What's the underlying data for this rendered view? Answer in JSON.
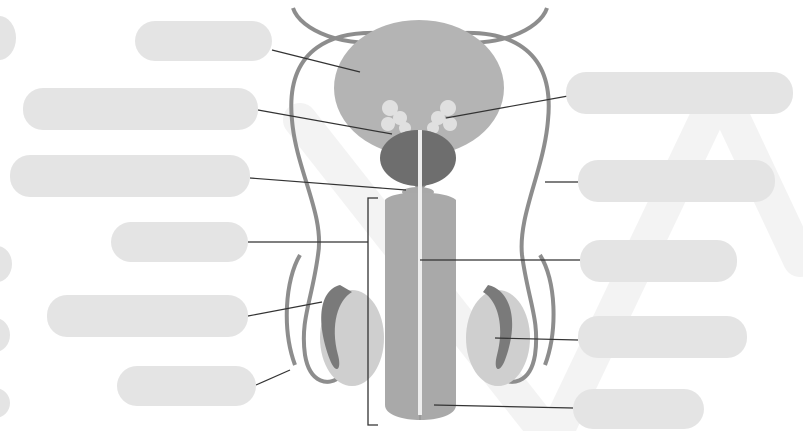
{
  "diagram": {
    "watermark_text": "",
    "label_boxes": [
      {
        "id": "label-bladder",
        "text": ""
      },
      {
        "id": "label-seminal-vesicle",
        "text": ""
      },
      {
        "id": "label-prostate",
        "text": ""
      },
      {
        "id": "label-urethra-top",
        "text": ""
      },
      {
        "id": "label-vas-deferens",
        "text": ""
      },
      {
        "id": "label-penis",
        "text": ""
      },
      {
        "id": "label-urethra",
        "text": ""
      },
      {
        "id": "label-epididymis",
        "text": ""
      },
      {
        "id": "label-testis",
        "text": ""
      },
      {
        "id": "label-scrotum",
        "text": ""
      },
      {
        "id": "label-glans",
        "text": ""
      }
    ],
    "colors": {
      "organ_light": "#c8c8c8",
      "organ_mid": "#a8a8a8",
      "organ_dark": "#7f7f7f",
      "prostate": "#6e6e6e",
      "duct": "#8d8d8d",
      "leader_line": "#333333",
      "label_fill": "#e4e4e4",
      "watermark": "#f3f3f3"
    }
  }
}
